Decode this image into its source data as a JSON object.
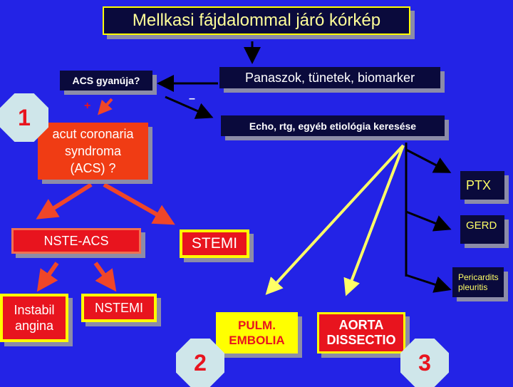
{
  "title": "Mellkasi fájdalommal járó kórkép",
  "nodes": {
    "panaszok": "Panaszok, tünetek, biomarker",
    "acs_suspicion": "ACS gyanúja?",
    "echo": "Echo, rtg, egyéb etiológia keresése",
    "acs_line1": "acut coronaria",
    "acs_line2": "syndroma",
    "acs_line3": "(ACS) ?",
    "nste_acs": "NSTE-ACS",
    "stemi": "STEMI",
    "instabil_line1": "Instabil",
    "instabil_line2": "angina",
    "nstemi": "NSTEMI",
    "pulm_line1": "PULM.",
    "pulm_line2": "EMBOLIA",
    "aorta_line1": "AORTA",
    "aorta_line2": "DISSECTIO",
    "ptx": "PTX",
    "gerd": "GERD",
    "peri_line1": "Pericardits",
    "peri_line2": "pleuritis"
  },
  "signs": {
    "plus": "+",
    "minus": "–"
  },
  "badges": {
    "one": "1",
    "two": "2",
    "three": "3"
  },
  "colors": {
    "background": "#2323e6",
    "navy": "#0a0a3c",
    "red": "#f03c14",
    "yellow": "#ffff00",
    "arrow_red": "#f04628",
    "arrow_yellow": "#ffff66"
  }
}
